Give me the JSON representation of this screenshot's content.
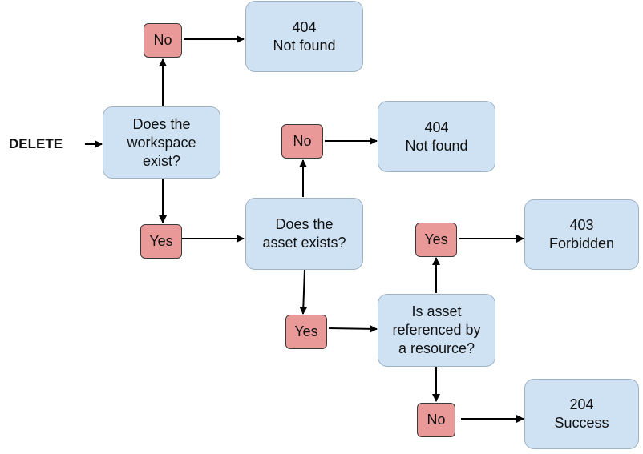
{
  "start": {
    "method": "DELETE"
  },
  "questions": {
    "workspace": "Does the\nworkspace\nexist?",
    "asset": "Does the\nasset exists?",
    "referenced": "Is asset\nreferenced by\na resource?"
  },
  "answers": {
    "no1": "No",
    "yes1": "Yes",
    "no2": "No",
    "yes2": "Yes",
    "yes3": "Yes",
    "no3": "No"
  },
  "outcomes": {
    "nf1": "404\nNot found",
    "nf2": "404\nNot found",
    "forbidden": "403\nForbidden",
    "success": "204\nSuccess"
  },
  "colors": {
    "box_fill": "#cfe2f3",
    "decision_fill": "#ea9999",
    "arrow": "#000000"
  }
}
